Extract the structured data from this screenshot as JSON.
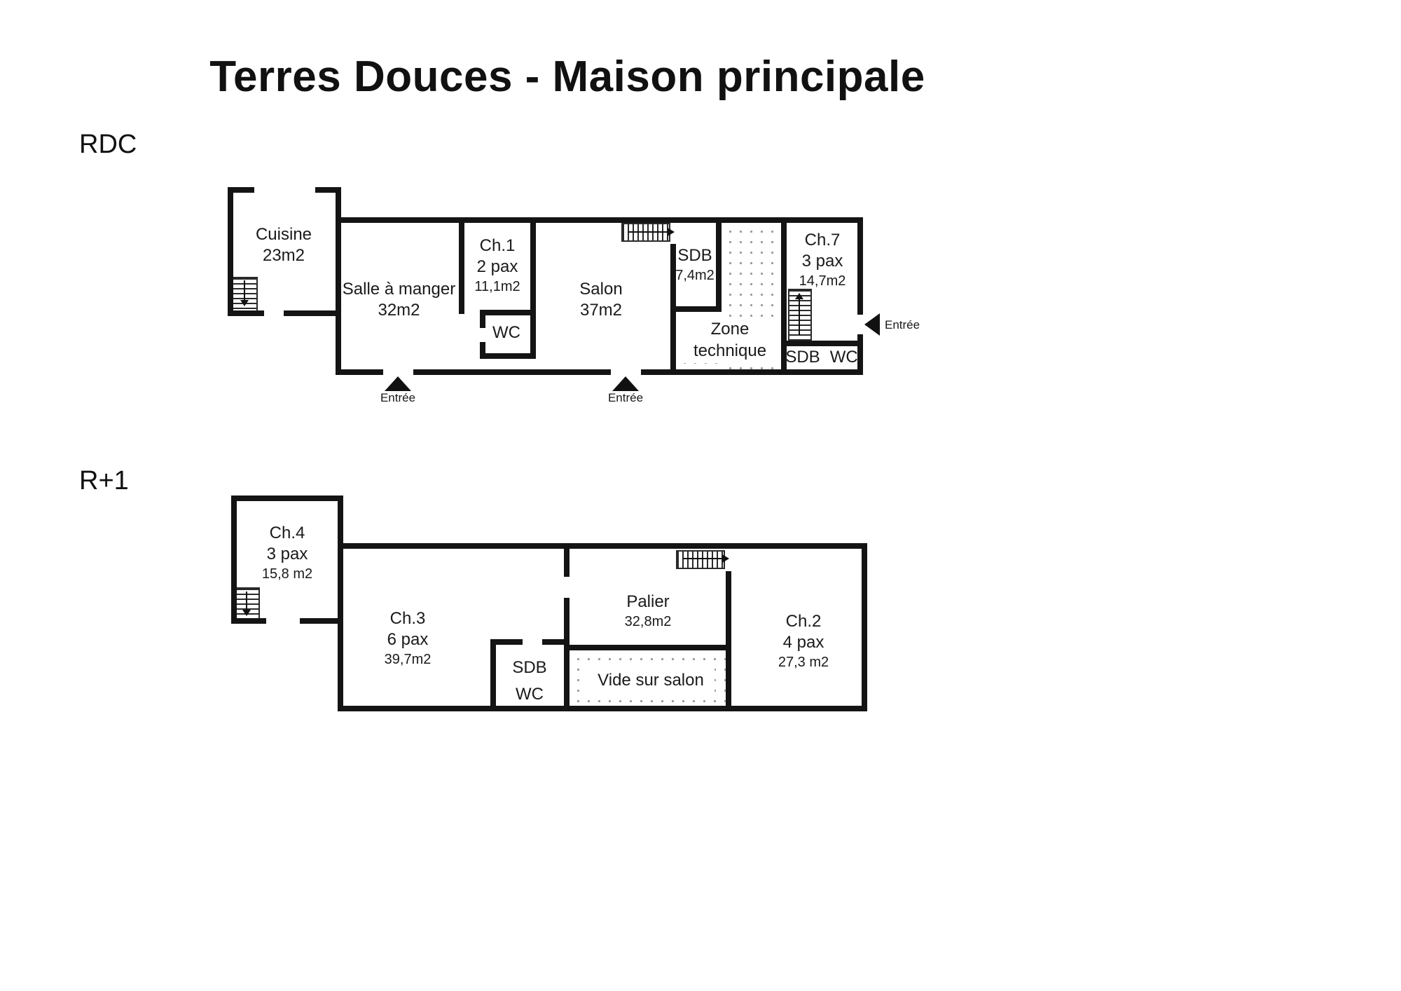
{
  "title": "Terres Douces - Maison principale",
  "colors": {
    "wall": "#141414",
    "text": "#1a1a1a",
    "hatch_dot": "#9b9b9b"
  },
  "rdc": {
    "label": "RDC",
    "rooms": {
      "cuisine": {
        "name": "Cuisine",
        "area": "23m2"
      },
      "salle": {
        "name": "Salle à manger",
        "area": "32m2"
      },
      "ch1": {
        "name": "Ch.1",
        "pax": "2 pax",
        "area": "11,1m2"
      },
      "wc": {
        "name": "WC"
      },
      "salon": {
        "name": "Salon",
        "area": "37m2"
      },
      "sdb": {
        "name": "SDB",
        "area": "7,4m2"
      },
      "zone": {
        "name": "Zone technique"
      },
      "ch7": {
        "name": "Ch.7",
        "pax": "3 pax",
        "area": "14,7m2"
      },
      "sdbwc": {
        "sdb": "SDB",
        "wc": "WC"
      }
    },
    "entrances": {
      "bottom1": "Entrée",
      "bottom2": "Entrée",
      "right": "Entrée"
    }
  },
  "r1": {
    "label": "R+1",
    "rooms": {
      "ch4": {
        "name": "Ch.4",
        "pax": "3 pax",
        "area": "15,8 m2"
      },
      "ch3": {
        "name": "Ch.3",
        "pax": "6 pax",
        "area": "39,7m2"
      },
      "sdbwc": {
        "sdb": "SDB",
        "wc": "WC"
      },
      "palier": {
        "name": "Palier",
        "area": "32,8m2"
      },
      "vide": {
        "name": "Vide sur salon"
      },
      "ch2": {
        "name": "Ch.2",
        "pax": "4 pax",
        "area": "27,3 m2"
      }
    }
  }
}
